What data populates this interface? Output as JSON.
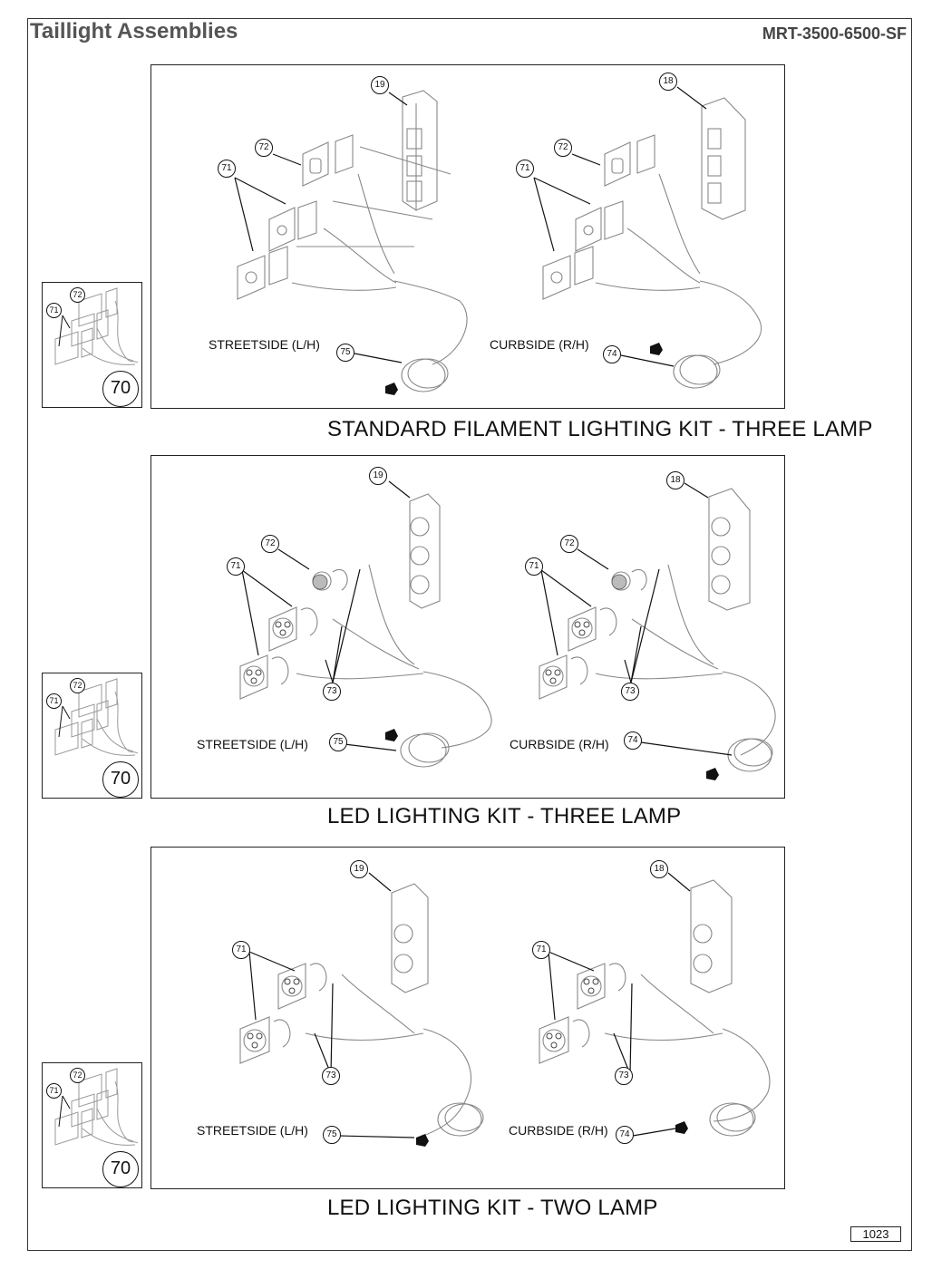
{
  "header": {
    "title": "Taillight Assemblies",
    "code": "MRT-3500-6500-SF"
  },
  "sections": [
    {
      "kit_title": "STANDARD FILAMENT LIGHTING KIT - THREE LAMP",
      "left_label": "STREETSIDE (L/H)",
      "right_label": "CURBSIDE (R/H)",
      "callouts": {
        "left_housing": "19",
        "right_housing": "18",
        "lens": "72",
        "lamps": "71",
        "left_harness": "75",
        "right_harness": "74"
      },
      "thumb": {
        "main": "70",
        "a": "72",
        "b": "71"
      }
    },
    {
      "kit_title": "LED LIGHTING KIT - THREE LAMP",
      "left_label": "STREETSIDE (L/H)",
      "right_label": "CURBSIDE (R/H)",
      "callouts": {
        "left_housing": "19",
        "right_housing": "18",
        "lens": "72",
        "lamps": "71",
        "connectors": "73",
        "left_harness": "75",
        "right_harness": "74"
      },
      "thumb": {
        "main": "70",
        "a": "72",
        "b": "71"
      }
    },
    {
      "kit_title": "LED LIGHTING KIT - TWO LAMP",
      "left_label": "STREETSIDE (L/H)",
      "right_label": "CURBSIDE (R/H)",
      "callouts": {
        "left_housing": "19",
        "right_housing": "18",
        "lamps": "71",
        "connectors": "73",
        "left_harness": "75",
        "right_harness": "74"
      },
      "thumb": {
        "main": "70",
        "a": "72",
        "b": "71"
      }
    }
  ],
  "footer": {
    "page_number": "1023"
  }
}
